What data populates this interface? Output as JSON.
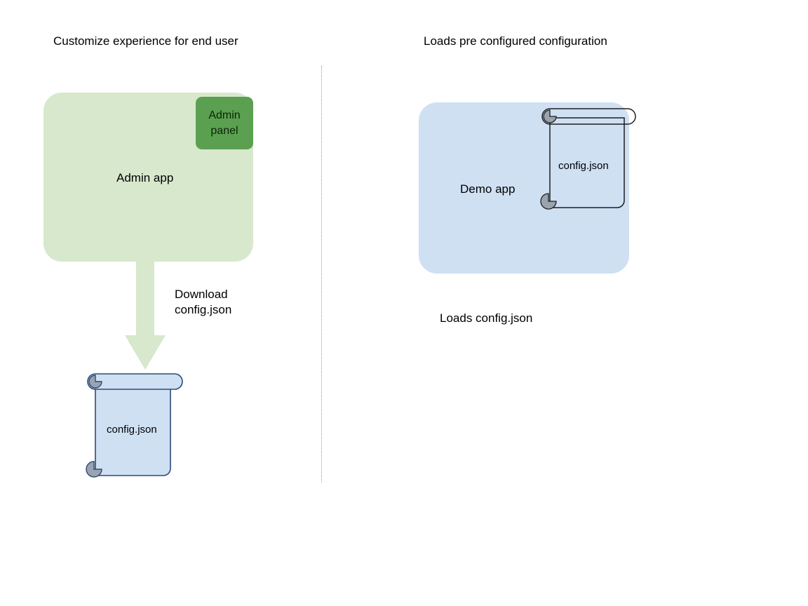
{
  "panels": {
    "left": {
      "title": "Customize experience for end user",
      "app": {
        "label": "Admin app",
        "color": "#d7e8cd",
        "chip": {
          "line1": "Admin",
          "line2": "panel",
          "color": "#5aa050"
        }
      },
      "arrow": {
        "label_line1": "Download",
        "label_line2": "config.json",
        "color": "#d7e8cd",
        "direction": "down"
      },
      "document": {
        "label": "config.json",
        "fill": "#cfe0f3",
        "stroke": "#2b4b7a",
        "roll_color": "#9aa4ae"
      }
    },
    "right": {
      "title": "Loads pre configured configuration",
      "app": {
        "label": "Demo app",
        "color": "#cfe0f3"
      },
      "document": {
        "label": "config.json",
        "fill": "none",
        "stroke": "#1f1f1f",
        "roll_color": "#9aa4ae"
      },
      "caption": "Loads config.json"
    }
  },
  "divider": {
    "style": "dotted",
    "color": "#9a9a9a"
  },
  "background": "#ffffff"
}
